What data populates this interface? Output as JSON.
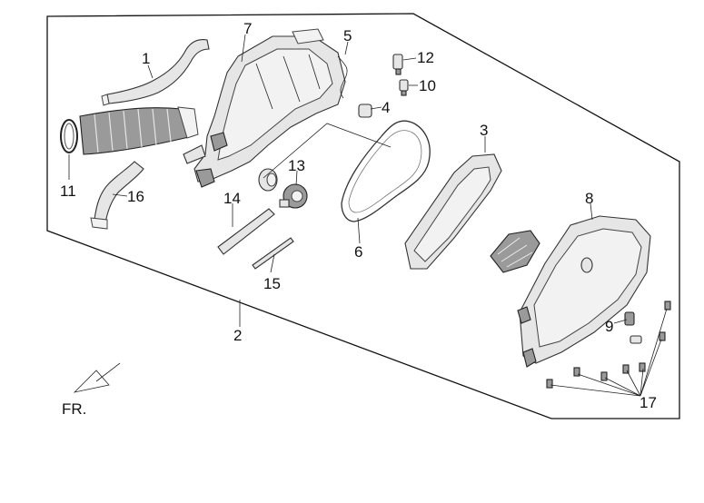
{
  "diagram": {
    "callouts": [
      "1",
      "2",
      "3",
      "4",
      "5",
      "6",
      "7",
      "8",
      "9",
      "10",
      "11",
      "12",
      "13",
      "14",
      "15",
      "16",
      "17"
    ],
    "front_marker": "FR."
  }
}
